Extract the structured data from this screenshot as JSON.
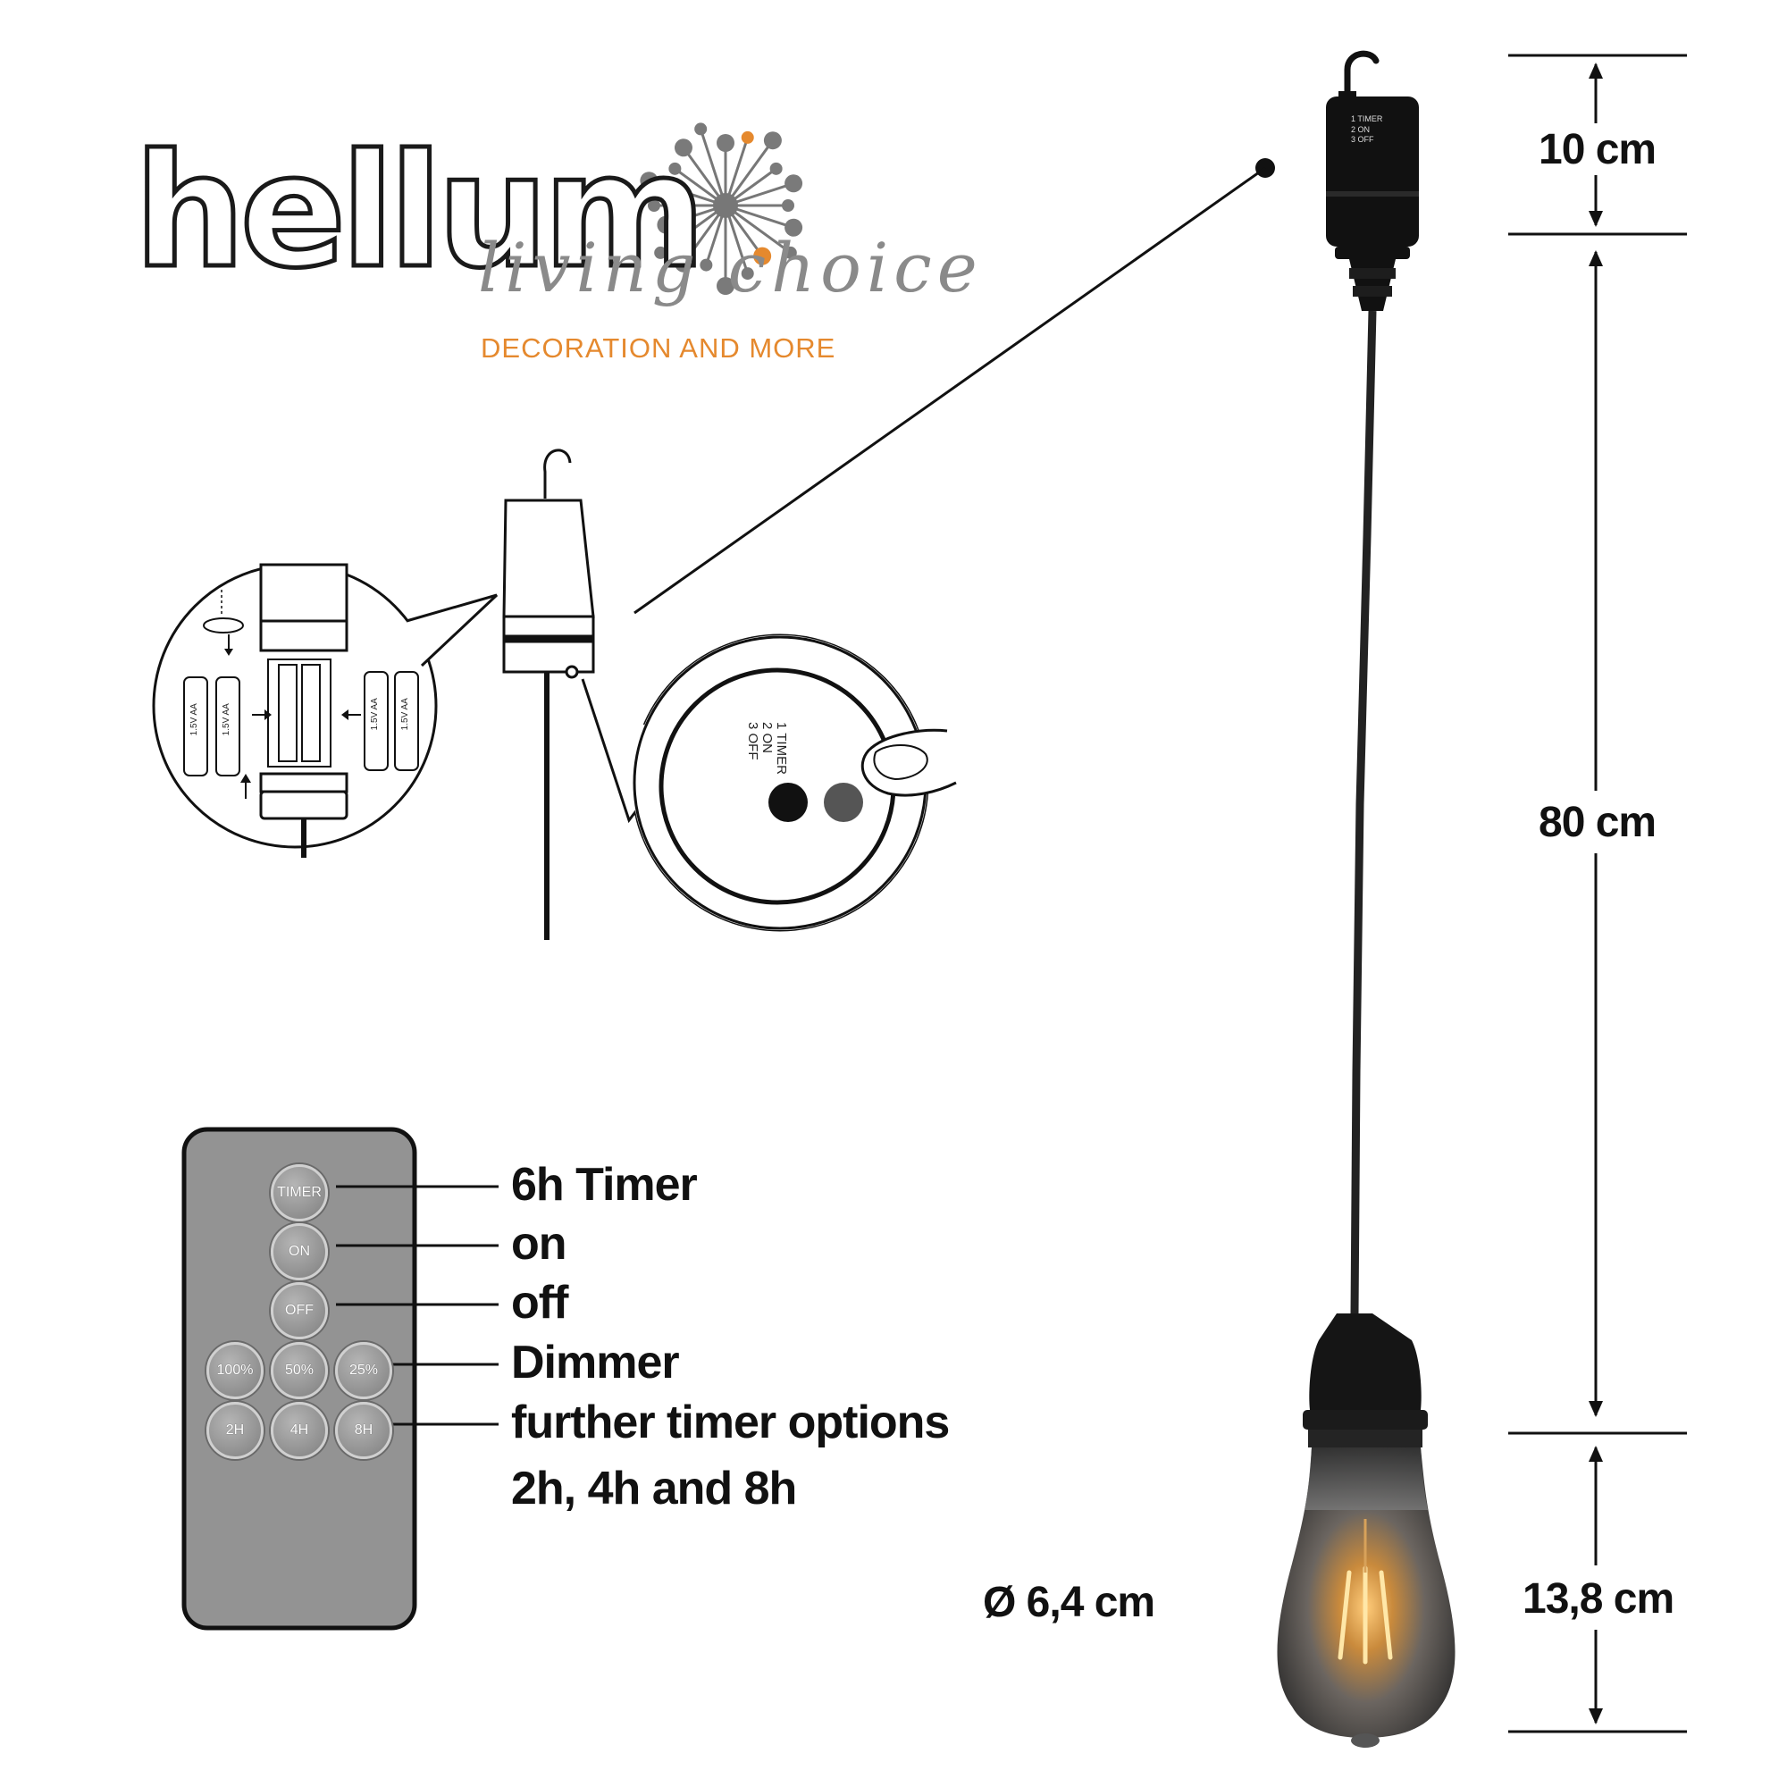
{
  "brand": {
    "name": "hellum",
    "script": "living choice",
    "tagline": "DECORATION AND MORE",
    "accent_color": "#e5892e"
  },
  "switch_labels": [
    "1 TIMER",
    "2 ON",
    "3 OFF"
  ],
  "battery_label": "1.5V AA",
  "remote": {
    "buttons": {
      "timer": "TIMER",
      "on": "ON",
      "off": "OFF",
      "dim_100": "100%",
      "dim_50": "50%",
      "dim_25": "25%",
      "t2": "2H",
      "t4": "4H",
      "t8": "8H"
    }
  },
  "features": [
    "6h Timer",
    "on",
    "off",
    "Dimmer",
    "further timer options",
    "2h, 4h and 8h"
  ],
  "dimensions": {
    "top": "10 cm",
    "cable": "80 cm",
    "bulb": "13,8 cm",
    "diameter": "Ø 6,4 cm"
  }
}
